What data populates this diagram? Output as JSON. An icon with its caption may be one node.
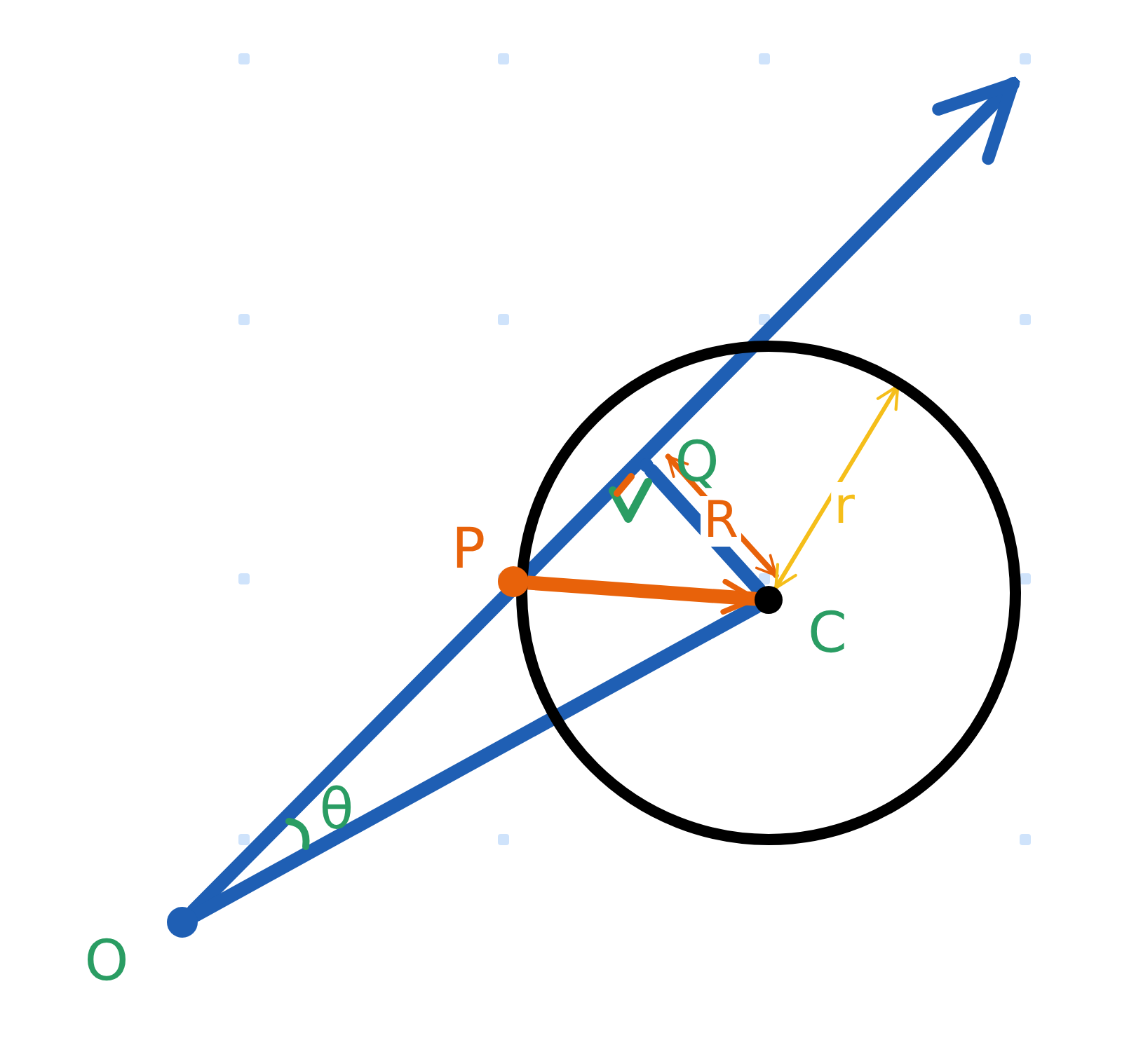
{
  "diagram": {
    "nodes": [
      {
        "text": [],
        "shape": "circle",
        "beside": [
          "O"
        ]
      },
      {
        "text": [],
        "shape": "circle",
        "beside": [
          "P"
        ]
      },
      {
        "text": [],
        "shape": "circle",
        "beside": [
          "Q"
        ],
        "in": 4
      },
      {
        "text": [],
        "shape": "circle",
        "beside": [
          "C"
        ],
        "in": 4
      },
      {
        "text": [],
        "shape": "circle"
      }
    ],
    "edges": [
      {
        "from": 0,
        "to": null,
        "arrow": "to",
        "color": "#1f5fb4"
      },
      {
        "from": 0,
        "to": 3,
        "arrow": "none",
        "color": "#1f5fb4"
      },
      {
        "from": 2,
        "to": 3,
        "arrow": "none",
        "color": "#1f5fb4"
      },
      {
        "from": 1,
        "to": 3,
        "arrow": "to",
        "color": "#e8620a"
      },
      {
        "from": 3,
        "to": 2,
        "arrow": "both",
        "label": "R",
        "color": "#e8620a"
      },
      {
        "from": 3,
        "to": 4,
        "arrow": "both",
        "label": "r",
        "color": "#f5be1a"
      }
    ],
    "labels": [
      "θ"
    ]
  }
}
